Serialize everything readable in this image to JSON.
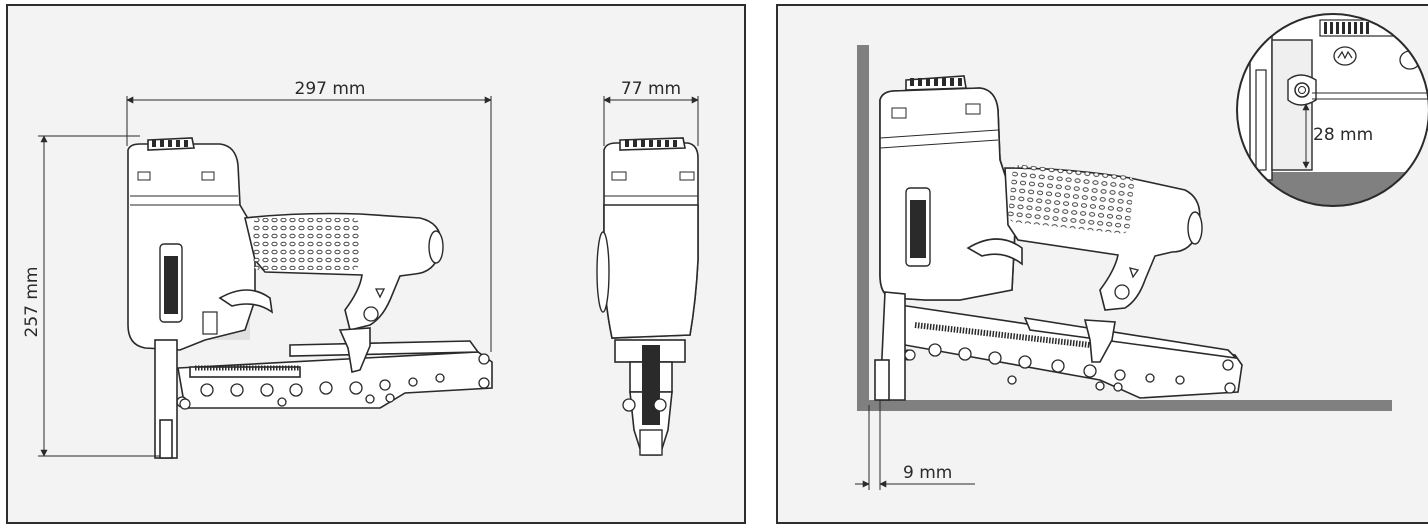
{
  "left_panel": {
    "dim_length": "297 mm",
    "dim_width": "77 mm",
    "dim_height": "257 mm"
  },
  "right_panel": {
    "dim_distance": "9 mm",
    "dim_inset": "28 mm"
  },
  "colors": {
    "panel_bg": "#f3f3f3",
    "line": "#2a2a2a",
    "wall": "#808080"
  }
}
